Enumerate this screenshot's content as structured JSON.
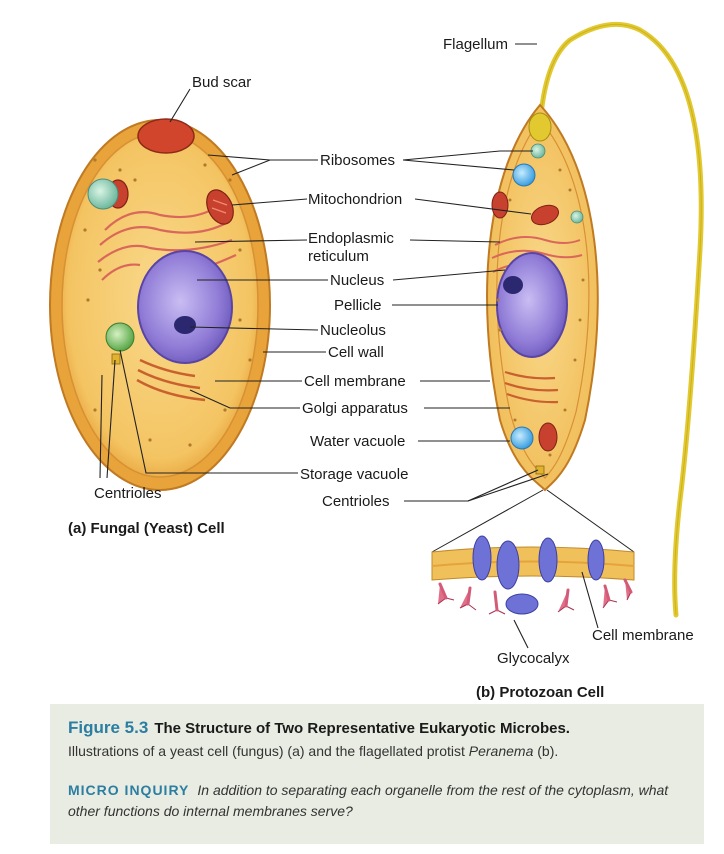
{
  "labels": {
    "flagellum": "Flagellum",
    "bud_scar": "Bud scar",
    "ribosomes": "Ribosomes",
    "mitochondrion": "Mitochondrion",
    "endoplasmic": "Endoplasmic",
    "reticulum": "reticulum",
    "nucleus": "Nucleus",
    "pellicle": "Pellicle",
    "nucleolus": "Nucleolus",
    "cell_wall": "Cell wall",
    "cell_membrane": "Cell membrane",
    "golgi": "Golgi apparatus",
    "water_vacuole": "Water vacuole",
    "storage_vacuole": "Storage vacuole",
    "centrioles_fungal": "Centrioles",
    "centrioles_protozoan": "Centrioles",
    "cell_membrane_detail": "Cell membrane",
    "glycocalyx": "Glycocalyx"
  },
  "subfigures": {
    "a": "(a)  Fungal (Yeast) Cell",
    "b": "(b)  Protozoan Cell"
  },
  "caption": {
    "figure_number": "Figure 5.3",
    "title": "The Structure of Two Representative Eukaryotic Microbes.",
    "text_before": "Illustrations of a yeast cell (fungus) (a) and the flagellated protist ",
    "text_italic": "Peranema",
    "text_after": " (b).",
    "inquiry_label": "MICRO INQUIRY",
    "inquiry_question": "In addition to separating each organelle from the rest of the cytoplasm, what other functions do internal membranes serve?"
  },
  "colors": {
    "cell_wall": "#e8a33a",
    "cytoplasm": "#f6c66a",
    "nucleus": "#8f7bd6",
    "mitochondrion": "#c8402e",
    "flagellum": "#e2c930",
    "caption_bg": "#e9ece2",
    "caption_accent": "#2b7ea1"
  }
}
